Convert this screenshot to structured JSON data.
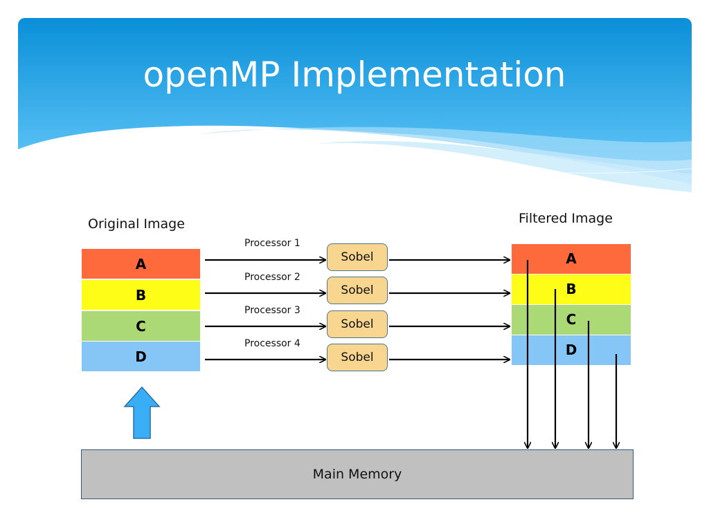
{
  "slide": {
    "title": "openMP Implementation"
  },
  "original": {
    "label": "Original Image",
    "blocks": [
      {
        "letter": "A",
        "color": "#fe6a3b"
      },
      {
        "letter": "B",
        "color": "#fdfd17"
      },
      {
        "letter": "C",
        "color": "#abd975"
      },
      {
        "letter": "D",
        "color": "#86c6f6"
      }
    ]
  },
  "filtered": {
    "label": "Filtered Image",
    "blocks": [
      {
        "letter": "A",
        "color": "#fe6a3b"
      },
      {
        "letter": "B",
        "color": "#fdfd17"
      },
      {
        "letter": "C",
        "color": "#abd975"
      },
      {
        "letter": "D",
        "color": "#86c6f6"
      }
    ]
  },
  "processors": [
    {
      "label": "Processor 1",
      "filter": "Sobel"
    },
    {
      "label": "Processor 2",
      "filter": "Sobel"
    },
    {
      "label": "Processor 3",
      "filter": "Sobel"
    },
    {
      "label": "Processor 4",
      "filter": "Sobel"
    }
  ],
  "memory": {
    "label": "Main Memory",
    "color": "#c0c0c0"
  },
  "colors": {
    "header_top": "#0a8fd8",
    "header_bottom": "#5cc3f6",
    "upload_arrow": "#3aadf7"
  }
}
